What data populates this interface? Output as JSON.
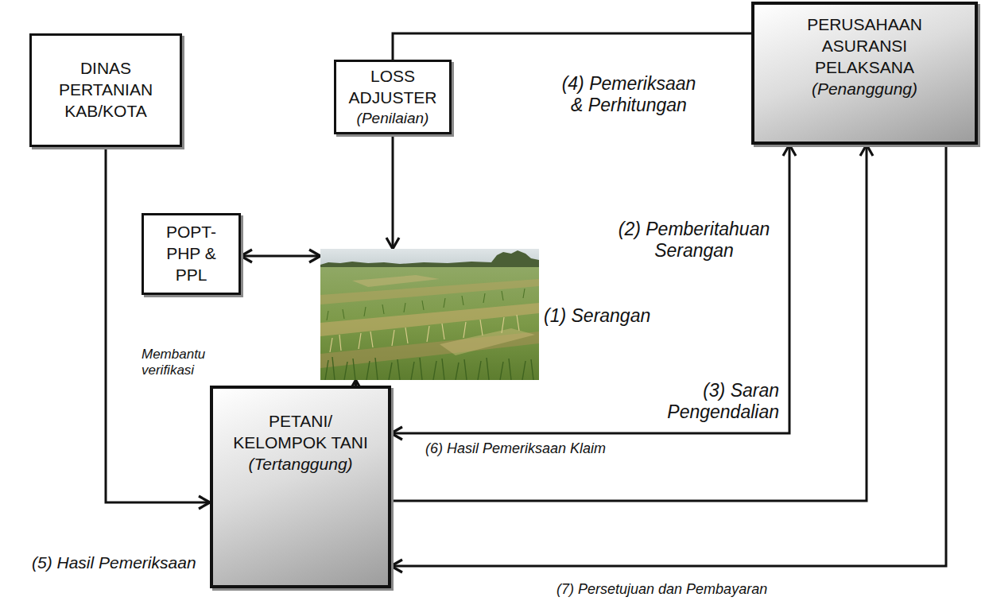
{
  "diagram": {
    "nodes": [
      {
        "text": [
          "DINAS PERTANIAN KAB/KOTA"
        ]
      },
      {
        "text": [
          "LOSS ADJUSTER",
          "(Penilaian)"
        ]
      },
      {
        "text": [
          "PERUSAHAAN ASURANSI PELAKSANA",
          "(Penanggung)"
        ]
      },
      {
        "text": [
          "POPT- PHP & PPL"
        ]
      },
      {
        "text": [
          "(1) Serangan"
        ]
      },
      {
        "text": [
          "PETANI/ KELOMPOK TANI",
          "(Tertanggung)"
        ]
      }
    ],
    "edges": [
      {
        "from": 2,
        "to": 1,
        "arrow": "none"
      },
      {
        "from": 1,
        "to": 4,
        "arrow": "to"
      },
      {
        "from": 3,
        "to": 4,
        "arrow": "both"
      },
      {
        "from": 5,
        "to": 4,
        "arrow": "to"
      },
      {
        "from": 5,
        "to": 2,
        "arrow": "both"
      },
      {
        "from": 5,
        "to": 2,
        "arrow": "to"
      },
      {
        "from": 2,
        "to": 5,
        "arrow": "to"
      },
      {
        "from": 0,
        "to": 5,
        "arrow": "to"
      }
    ],
    "labels": [
      "(4) Pemeriksaan & Perhitungan",
      "(2) Pemberitahuan Serangan",
      "(3) Saran Pengendalian",
      "Membantu verifikasi",
      "(6) Hasil Pemeriksaan Klaim",
      "(5) Hasil Pemeriksaan",
      "(7) Persetujuan dan Pembayaran"
    ]
  }
}
